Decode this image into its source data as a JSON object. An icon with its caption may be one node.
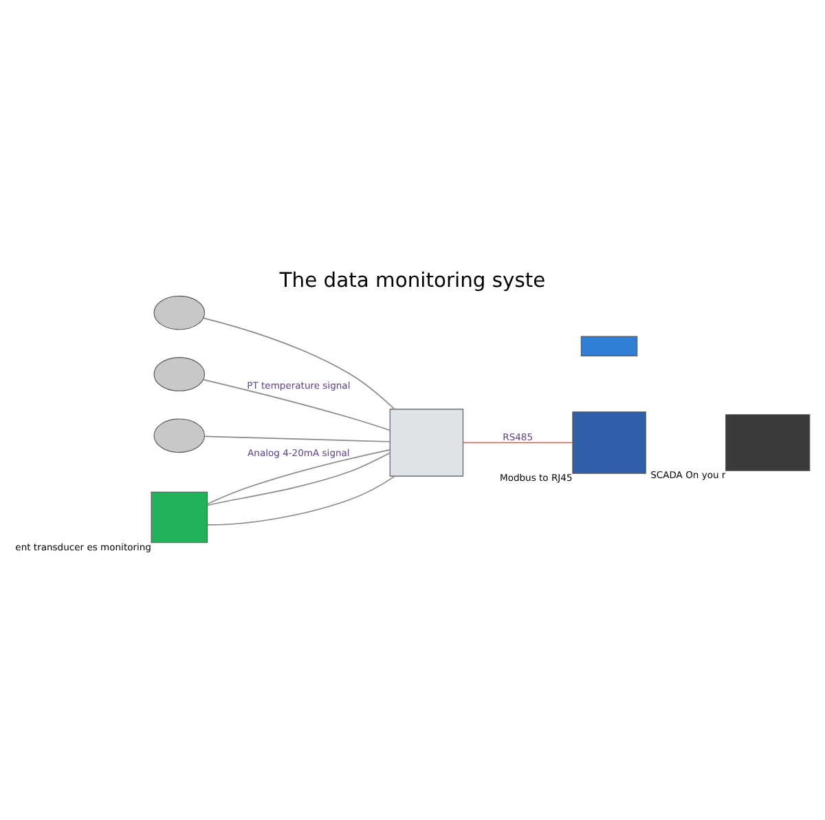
{
  "diagram": {
    "title": "The data monitoring syste",
    "nodes": [
      {
        "text": [],
        "shape": "circle"
      },
      {
        "text": [],
        "shape": "circle"
      },
      {
        "text": [],
        "shape": "circle"
      },
      {
        "text": [],
        "shape": "box",
        "beside": [
          "ent transducer es monitoring"
        ]
      },
      {
        "text": [],
        "shape": "box"
      },
      {
        "text": [],
        "shape": "box",
        "beside": [
          "Modbus to RJ45"
        ]
      },
      {
        "text": [],
        "shape": "bar"
      },
      {
        "text": [],
        "shape": "box",
        "beside": [
          "SCADA On you r"
        ]
      }
    ],
    "edges": [
      {
        "from": 0,
        "to": 4,
        "arrow": "none"
      },
      {
        "from": 1,
        "to": 4,
        "arrow": "none",
        "label": "PT temperature signal"
      },
      {
        "from": 2,
        "to": 4,
        "arrow": "none"
      },
      {
        "from": 3,
        "to": 4,
        "arrow": "none",
        "label": "Analog 4-20mA signal"
      },
      {
        "from": 3,
        "to": 4,
        "arrow": "none"
      },
      {
        "from": 3,
        "to": 4,
        "arrow": "none"
      },
      {
        "from": 4,
        "to": 5,
        "arrow": "none",
        "label": "RS485",
        "color": "#d9534f"
      }
    ]
  }
}
